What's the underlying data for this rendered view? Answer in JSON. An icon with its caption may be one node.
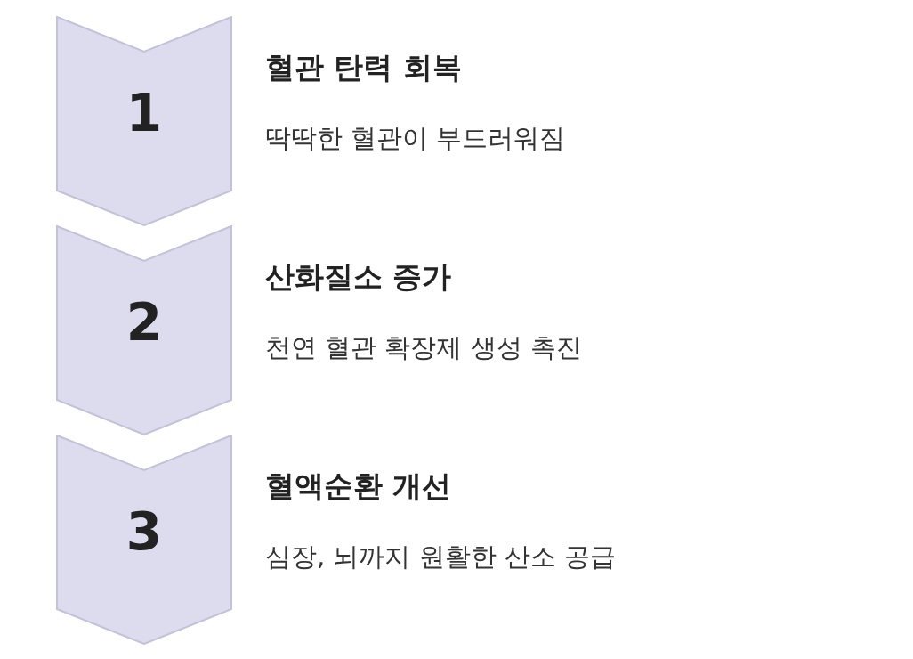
{
  "diagram": {
    "nodes": [
      {
        "text": [
          "1"
        ],
        "beside": [
          "혈관 탄력 회복",
          "딱딱한 혈관이 부드러워짐"
        ]
      },
      {
        "text": [
          "2"
        ],
        "beside": [
          "산화질소 증가",
          "천연 혈관 확장제 생성 촉진"
        ]
      },
      {
        "text": [
          "3"
        ],
        "beside": [
          "혈액순환 개선",
          "심장, 뇌까지 원활한 산소 공급"
        ]
      }
    ]
  }
}
